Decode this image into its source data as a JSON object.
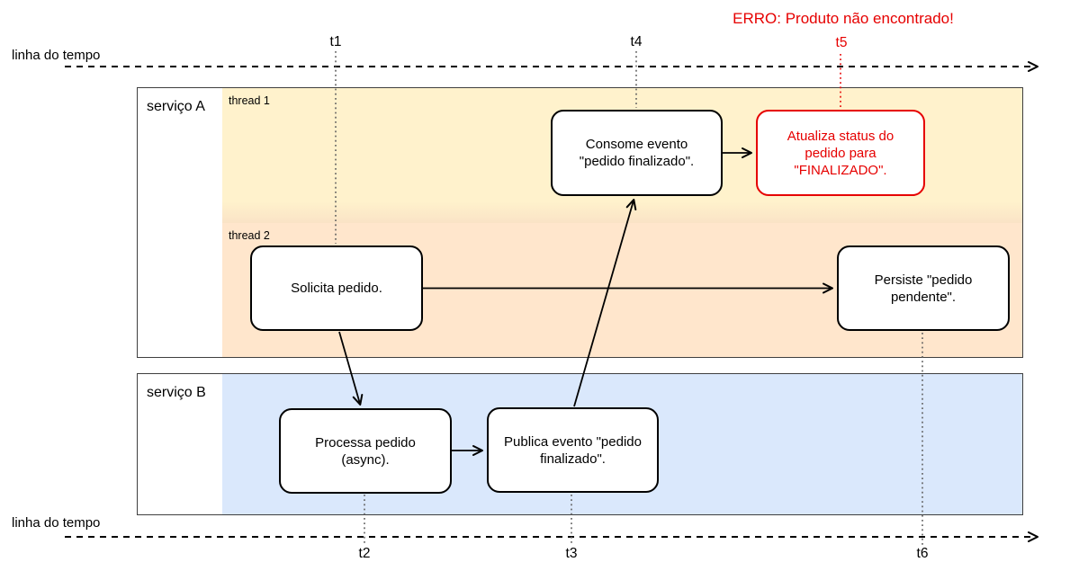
{
  "colors": {
    "thread1_bg": "#FFF2CC",
    "thread2_bg": "#FFE6CC",
    "service_b_bg": "#DAE8FC",
    "node_fill": "#FFFFFF",
    "node_stroke": "#000000",
    "error_red": "#E60000",
    "timeline_black": "#000000",
    "tick_gray": "#5F5F5F"
  },
  "timelines": {
    "top": {
      "label": "linha do tempo",
      "error_annotation": "ERRO: Produto não encontrado!",
      "markers": [
        {
          "label": "t1"
        },
        {
          "label": "t4"
        },
        {
          "label": "t5",
          "status": "error"
        }
      ]
    },
    "bottom": {
      "label": "linha do tempo",
      "markers": [
        {
          "label": "t2"
        },
        {
          "label": "t3"
        },
        {
          "label": "t6"
        }
      ]
    }
  },
  "services": {
    "a": {
      "label": "serviço A",
      "threads": [
        {
          "label": "thread 1"
        },
        {
          "label": "thread 2"
        }
      ]
    },
    "b": {
      "label": "serviço B"
    }
  },
  "nodes": {
    "consome": {
      "label": "Consome evento \"pedido finalizado\"."
    },
    "atualiza": {
      "label": "Atualiza status do pedido para \"FINALIZADO\".",
      "status": "error"
    },
    "solicita": {
      "label": "Solicita pedido."
    },
    "persiste": {
      "label": "Persiste \"pedido pendente\"."
    },
    "processa": {
      "label": "Processa pedido (async)."
    },
    "publica": {
      "label": "Publica evento \"pedido finalizado\"."
    }
  }
}
